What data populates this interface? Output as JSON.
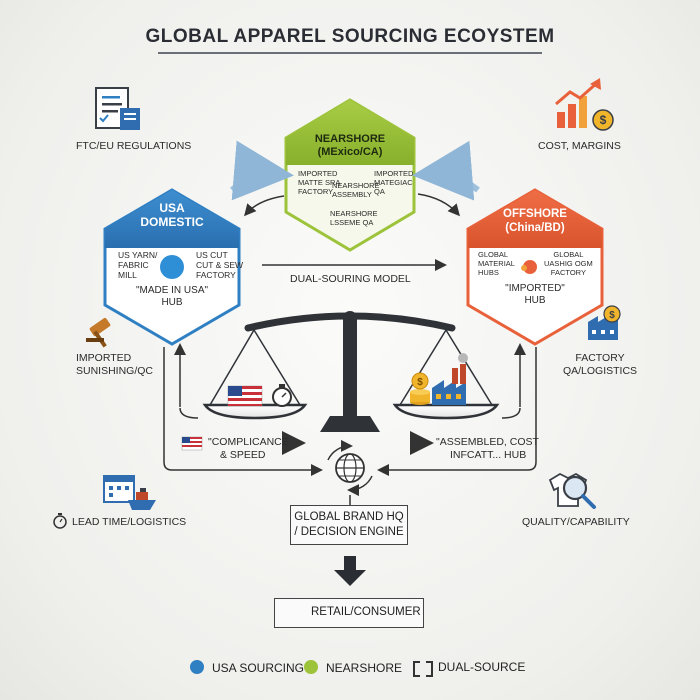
{
  "title": "GLOBAL APPAREL SOURCING ECOYSTEM",
  "nodes": {
    "usa": {
      "title_line1": "USA",
      "title_line2": "DOMESTIC",
      "left_text_l1": "US YARN/",
      "left_text_l2": "FABRIC",
      "left_text_l3": "MILL",
      "right_text_l1": "US CUT",
      "right_text_l2": "CUT & SEW",
      "right_text_l3": "FACTORY",
      "hub_l1": "\"MADE IN USA\"",
      "hub_l2": "HUB",
      "color": "#2f7fc3"
    },
    "nearshore": {
      "title_line1": "NEARSHORE",
      "title_line2": "(MExico/CA)",
      "left_text_l1": "IMPORTED",
      "left_text_l2": "MATTE SRA",
      "left_text_l3": "FACTORY",
      "mid_text_l1": "NEARSHORE",
      "mid_text_l2": "ASSEMBLY",
      "right_text_l1": "IMPORTED",
      "right_text_l2": "MATEGIAC",
      "right_text_l3": "QA",
      "bottom_text_l1": "NEARSHORE",
      "bottom_text_l2": "LSSEME QA",
      "color": "#9cc33a"
    },
    "offshore": {
      "title_line1": "OFFSHORE",
      "title_line2": "(China/BD)",
      "left_text_l1": "GLOBAL",
      "left_text_l2": "MATERIAL",
      "left_text_l3": "HUBS",
      "right_text_l1": "GLOBAL",
      "right_text_l2": "UASHIG OGM",
      "right_text_l3": "FACTORY",
      "hub_l1": "\"IMPORTED\"",
      "hub_l2": "HUB",
      "color": "#e8613a"
    }
  },
  "dual_sourcing_label": "DUAL-SOURING MODEL",
  "side_labels": {
    "ftc": "FTC/EU REGULATIONS",
    "cost": "COST, MARGINS",
    "imported_l1": "IMPORTED",
    "imported_l2": "SUNISHING/QC",
    "factory_l1": "FACTORY",
    "factory_l2": "QA/LOGISTICS",
    "lead": "LEAD TIME/LOGISTICS",
    "quality": "QUALITY/CAPABILITY"
  },
  "balance": {
    "left_l1": "\"COMPLICANCE",
    "left_l2": "& SPEED",
    "right_l1": "\"ASSEMBLED, COST",
    "right_l2": "INFCATT... HUB"
  },
  "hq": {
    "line1": "GLOBAL BRAND HQ",
    "line2": "/ DECISION ENGINE"
  },
  "retail": "RETAIL/CONSUMER",
  "legend": {
    "usa": {
      "label": "USA SOURCING",
      "color": "#2f7fc3"
    },
    "near": {
      "label": "NEARSHORE",
      "color": "#9cc33a"
    },
    "dual": {
      "label": "DUAL-SOURCE"
    }
  },
  "icons": {
    "ftc": "document-checklist-icon",
    "cost": "rising-bar-chart-dollar-icon",
    "imported": "gavel-icon",
    "factory": "factory-dollar-icon",
    "lead": "calendar-ship-icon",
    "quality": "magnifier-garment-icon",
    "globe": "globe-cycle-icon",
    "scale": "balance-scale-icon"
  }
}
